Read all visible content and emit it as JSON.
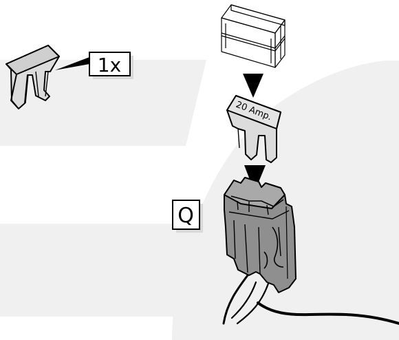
{
  "callouts": {
    "quantity": "1x",
    "connector": "Q"
  },
  "fuse": {
    "rating_text": "20 Amp."
  },
  "colors": {
    "watermark": "#f0f0f0",
    "fuse_fill": "#dcdcdc",
    "holder_fill": "#8f8f8f",
    "outline": "#000000"
  }
}
